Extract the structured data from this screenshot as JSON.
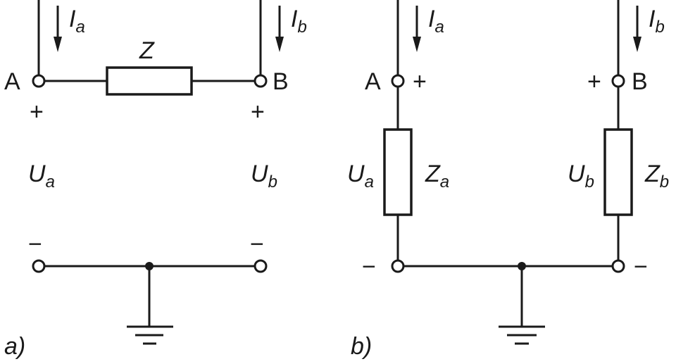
{
  "diagram_a": {
    "caption": "a)",
    "node_a": "A",
    "node_b": "B",
    "impedance": "Z",
    "current_a": {
      "sym": "I",
      "sub": "a"
    },
    "current_b": {
      "sym": "I",
      "sub": "b"
    },
    "voltage_a": {
      "sym": "U",
      "sub": "a"
    },
    "voltage_b": {
      "sym": "U",
      "sub": "b"
    },
    "plus": "+",
    "minus": "−"
  },
  "diagram_b": {
    "caption": "b)",
    "node_a": "A",
    "node_b": "B",
    "current_a": {
      "sym": "I",
      "sub": "a"
    },
    "current_b": {
      "sym": "I",
      "sub": "b"
    },
    "voltage_a": {
      "sym": "U",
      "sub": "a"
    },
    "voltage_b": {
      "sym": "U",
      "sub": "b"
    },
    "impedance_a": {
      "sym": "Z",
      "sub": "a"
    },
    "impedance_b": {
      "sym": "Z",
      "sub": "b"
    },
    "plus": "+",
    "minus": "−"
  }
}
